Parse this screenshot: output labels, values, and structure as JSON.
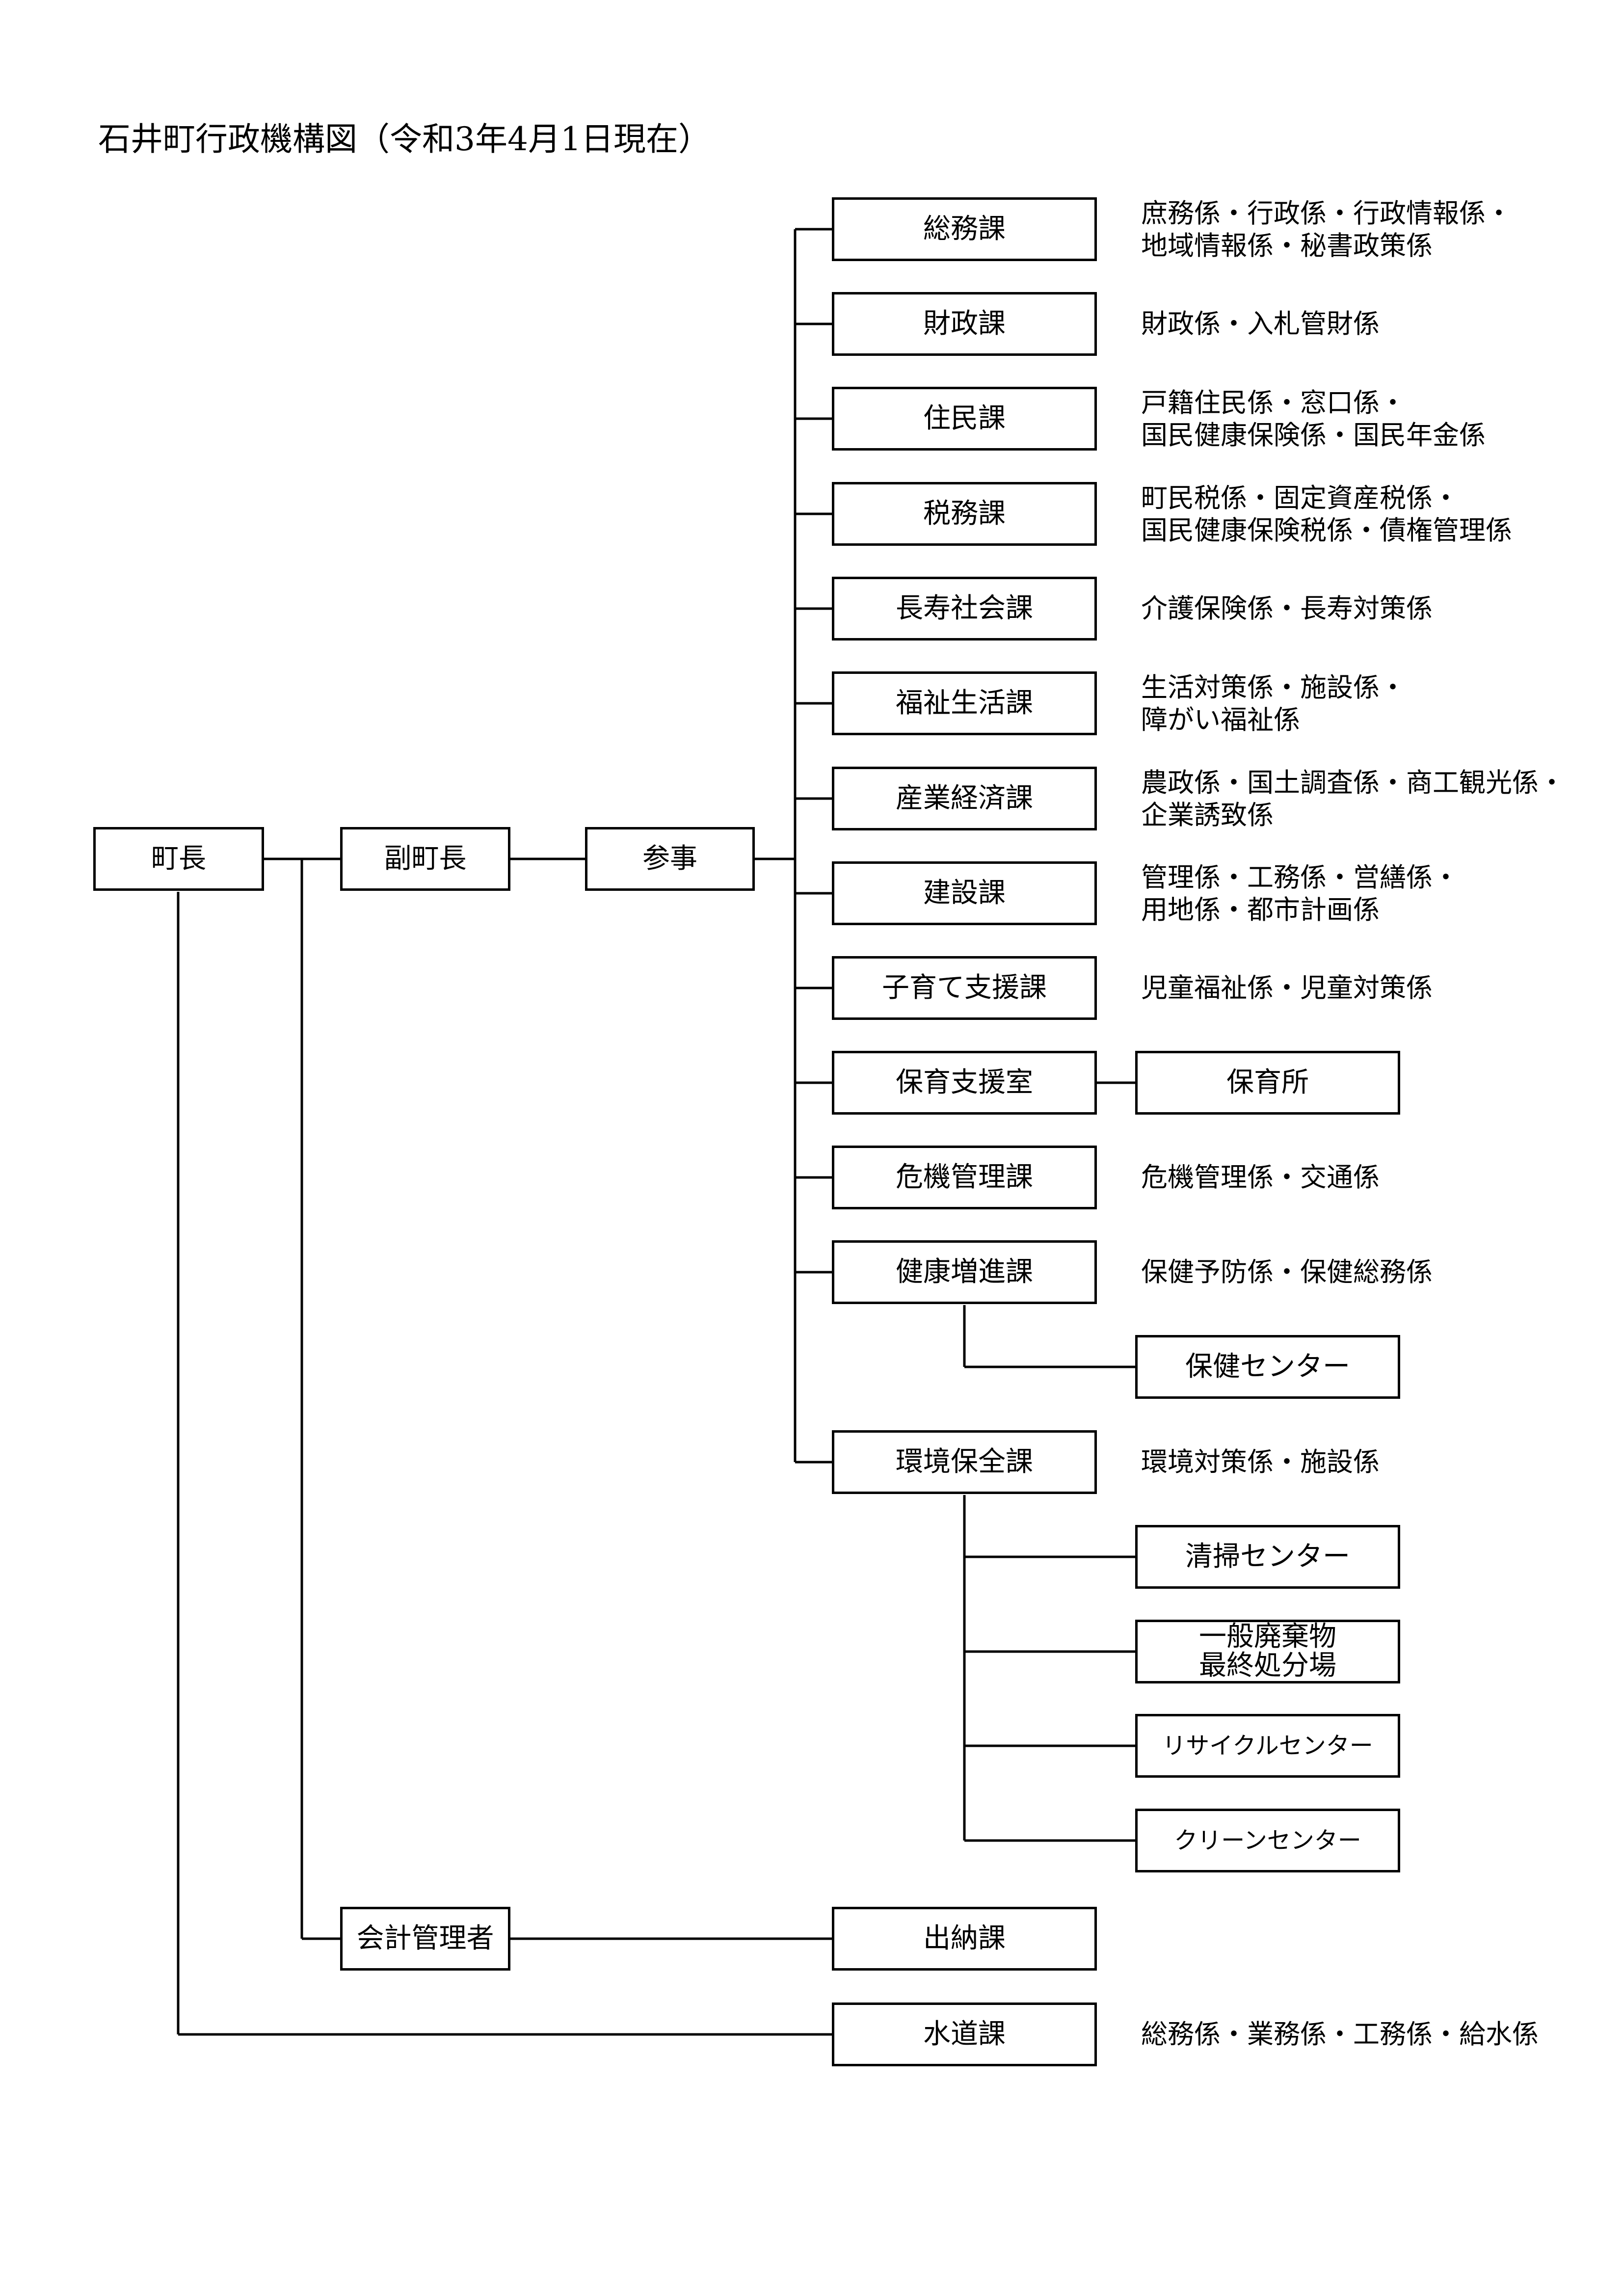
{
  "title": "石井町行政機構図（令和3年4月1日現在）",
  "top": {
    "mayor": "町長",
    "deputy_mayor": "副町長",
    "counselor": "参事",
    "accountant": "会計管理者"
  },
  "departments": [
    {
      "name": "総務課",
      "sections": [
        "庶務係・行政係・行政情報係・",
        "地域情報係・秘書政策係"
      ]
    },
    {
      "name": "財政課",
      "sections": [
        "財政係・入札管財係"
      ]
    },
    {
      "name": "住民課",
      "sections": [
        "戸籍住民係・窓口係・",
        "国民健康保険係・国民年金係"
      ]
    },
    {
      "name": "税務課",
      "sections": [
        "町民税係・固定資産税係・",
        "国民健康保険税係・債権管理係"
      ]
    },
    {
      "name": "長寿社会課",
      "sections": [
        "介護保険係・長寿対策係"
      ]
    },
    {
      "name": "福祉生活課",
      "sections": [
        "生活対策係・施設係・",
        "障がい福祉係"
      ]
    },
    {
      "name": "産業経済課",
      "sections": [
        "農政係・国土調査係・商工観光係・",
        "企業誘致係"
      ]
    },
    {
      "name": "建設課",
      "sections": [
        "管理係・工務係・営繕係・",
        "用地係・都市計画係"
      ]
    },
    {
      "name": "子育て支援課",
      "sections": [
        "児童福祉係・児童対策係"
      ]
    },
    {
      "name": "保育支援室",
      "sections": []
    },
    {
      "name": "危機管理課",
      "sections": [
        "危機管理係・交通係"
      ]
    },
    {
      "name": "健康増進課",
      "sections": [
        "保健予防係・保健総務係"
      ]
    },
    {
      "name": "環境保全課",
      "sections": [
        "環境対策係・施設係"
      ]
    }
  ],
  "facilities": {
    "nursery": "保育所",
    "health_center": "保健センター",
    "cleaning_center": "清掃センター",
    "landfill": [
      "一般廃棄物",
      "最終処分場"
    ],
    "recycle_center": "リサイクルセンター",
    "clean_center": "クリーンセンター"
  },
  "treasury": {
    "name": "出納課"
  },
  "water": {
    "name": "水道課",
    "sections": [
      "総務係・業務係・工務係・給水係"
    ]
  }
}
